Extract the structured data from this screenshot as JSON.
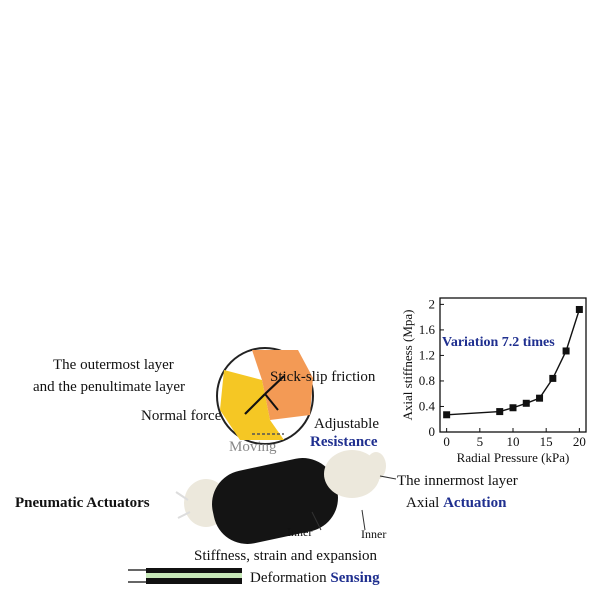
{
  "figure": {
    "outer_layer_line1": "The outermost layer",
    "outer_layer_line2": "and the penultimate layer",
    "stick_slip_label": "Stick-slip friction",
    "normal_force_label": "Normal force",
    "moving_label": "Moving",
    "adjustable_label": "Adjustable",
    "resistance_label": "Resistance",
    "pneumatic_actuators_label": "Pneumatic Actuators",
    "innermost_layer_label": "The innermost layer",
    "axial_label": "Axial",
    "actuation_label": "Actuation",
    "inner_label_1": "Inner",
    "inner_label_2": "Inner",
    "stiffness_label": "Stiffness, strain and expansion",
    "deformation_label": "Deformation",
    "sensing_label": "Sensing",
    "colors": {
      "accent_blue": "#1f2f8f",
      "friction_orange": "#f39a55",
      "friction_yellow": "#f5c724",
      "actuator_body": "#141414",
      "actuator_cap": "#ece8dc",
      "sensor_green": "#2e7d32"
    }
  },
  "chart_data": {
    "type": "line",
    "title": "",
    "xlabel": "Radial Pressure (kPa)",
    "ylabel": "Axial stiffness (Mpa)",
    "annotation": "Variation 7.2 times",
    "xlim": [
      -1,
      21
    ],
    "ylim": [
      0,
      2.1
    ],
    "xticks": [
      "0",
      "5",
      "10",
      "15",
      "20"
    ],
    "yticks": [
      "0",
      "0.4",
      "0.8",
      "1.2",
      "1.6",
      "2"
    ],
    "series": [
      {
        "x": [
          0,
          8,
          10,
          12,
          14,
          16,
          18,
          20
        ],
        "y": [
          0.27,
          0.32,
          0.38,
          0.45,
          0.53,
          0.84,
          1.27,
          1.92
        ]
      }
    ]
  }
}
